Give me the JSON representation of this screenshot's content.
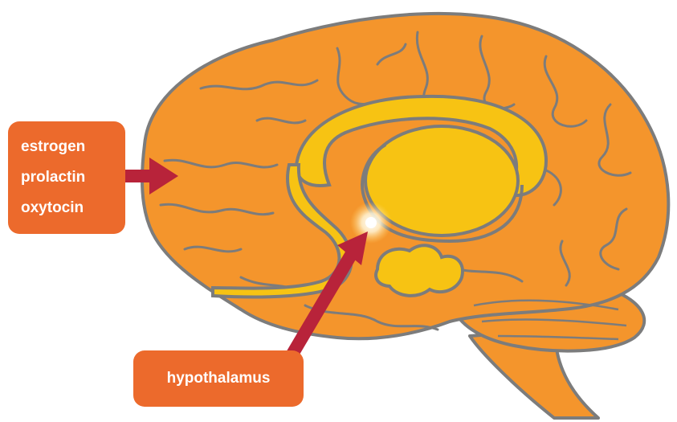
{
  "labels": {
    "hormones": [
      "estrogen",
      "prolactin",
      "oxytocin"
    ],
    "region": "hypothalamus"
  },
  "colors": {
    "brain_fill": "#f4952c",
    "brain_outline": "#7c7c7c",
    "limbic_fill": "#f7c313",
    "label_box": "#ec6a2c",
    "arrow": "#b8233a",
    "glow": "#ffffff"
  },
  "icons": {
    "brain": "brain-sagittal-icon",
    "arrow": "arrow-icon"
  }
}
